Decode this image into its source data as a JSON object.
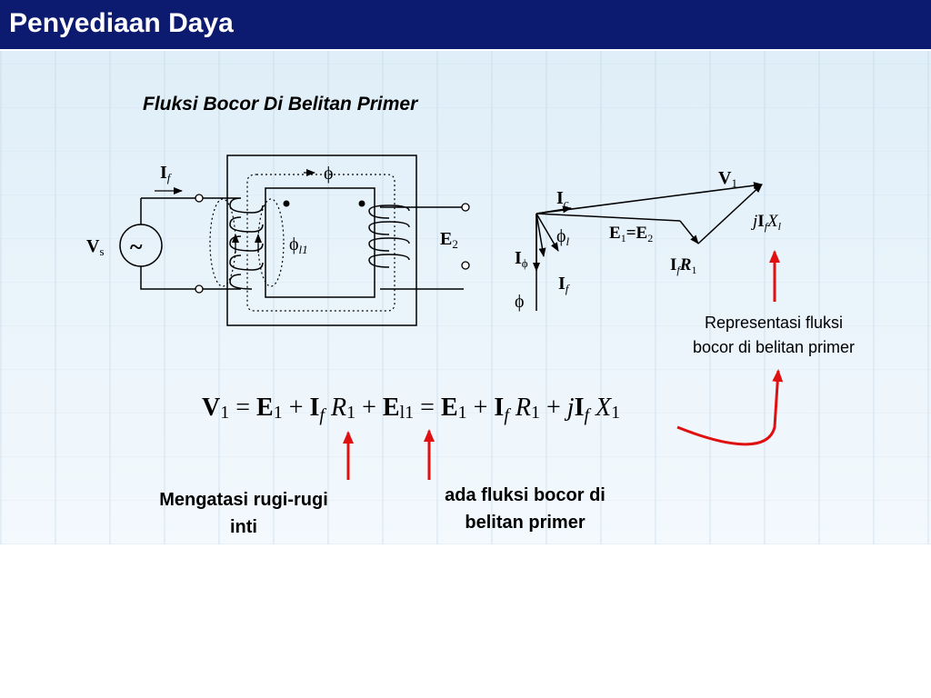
{
  "slide_title": "Penyediaan Daya",
  "diagram_title": "Fluksi Bocor Di Belitan Primer",
  "circuit": {
    "current_label": "I",
    "current_sub": "f",
    "source_label": "V",
    "source_sub": "s",
    "source_symbol": "~",
    "flux_label": "ϕ",
    "leak_flux_sub": "l1",
    "emf_label": "E",
    "emf_sub": "2"
  },
  "phasor": {
    "v1_label": "V",
    "v1_sub": "1",
    "ic_label": "I",
    "ic_sub": "c",
    "phil_sub": "l",
    "e1e2": {
      "e1": "E",
      "e1_sub": "1",
      "eq": "=",
      "e2": "E",
      "e2_sub": "2"
    },
    "iphi_label": "I",
    "iphi_sub": "ϕ",
    "if_label": "I",
    "if_sub": "f",
    "phi_label": "ϕ",
    "ifr1": {
      "i": "I",
      "i_sub": "f",
      "r": "R",
      "r_sub": "1"
    },
    "jifxl": {
      "j": "j",
      "i": "I",
      "i_sub": "f",
      "x": "X",
      "x_sub": "l"
    }
  },
  "equation": {
    "V": "V",
    "E": "E",
    "I": "I",
    "R": "R",
    "X": "X",
    "j": "j",
    "one": "1",
    "l1": "l1",
    "f": "f",
    "eq": "=",
    "plus": "+"
  },
  "annotations": {
    "leak_representation": [
      "Representasi fluksi",
      "bocor di belitan primer"
    ],
    "core_loss": [
      "Mengatasi rugi-rugi",
      "inti"
    ],
    "leak_flux": [
      "ada fluksi bocor di",
      "belitan primer"
    ]
  },
  "colors": {
    "title_bg": "#0c1a70",
    "arrow_red": "#e01010"
  }
}
